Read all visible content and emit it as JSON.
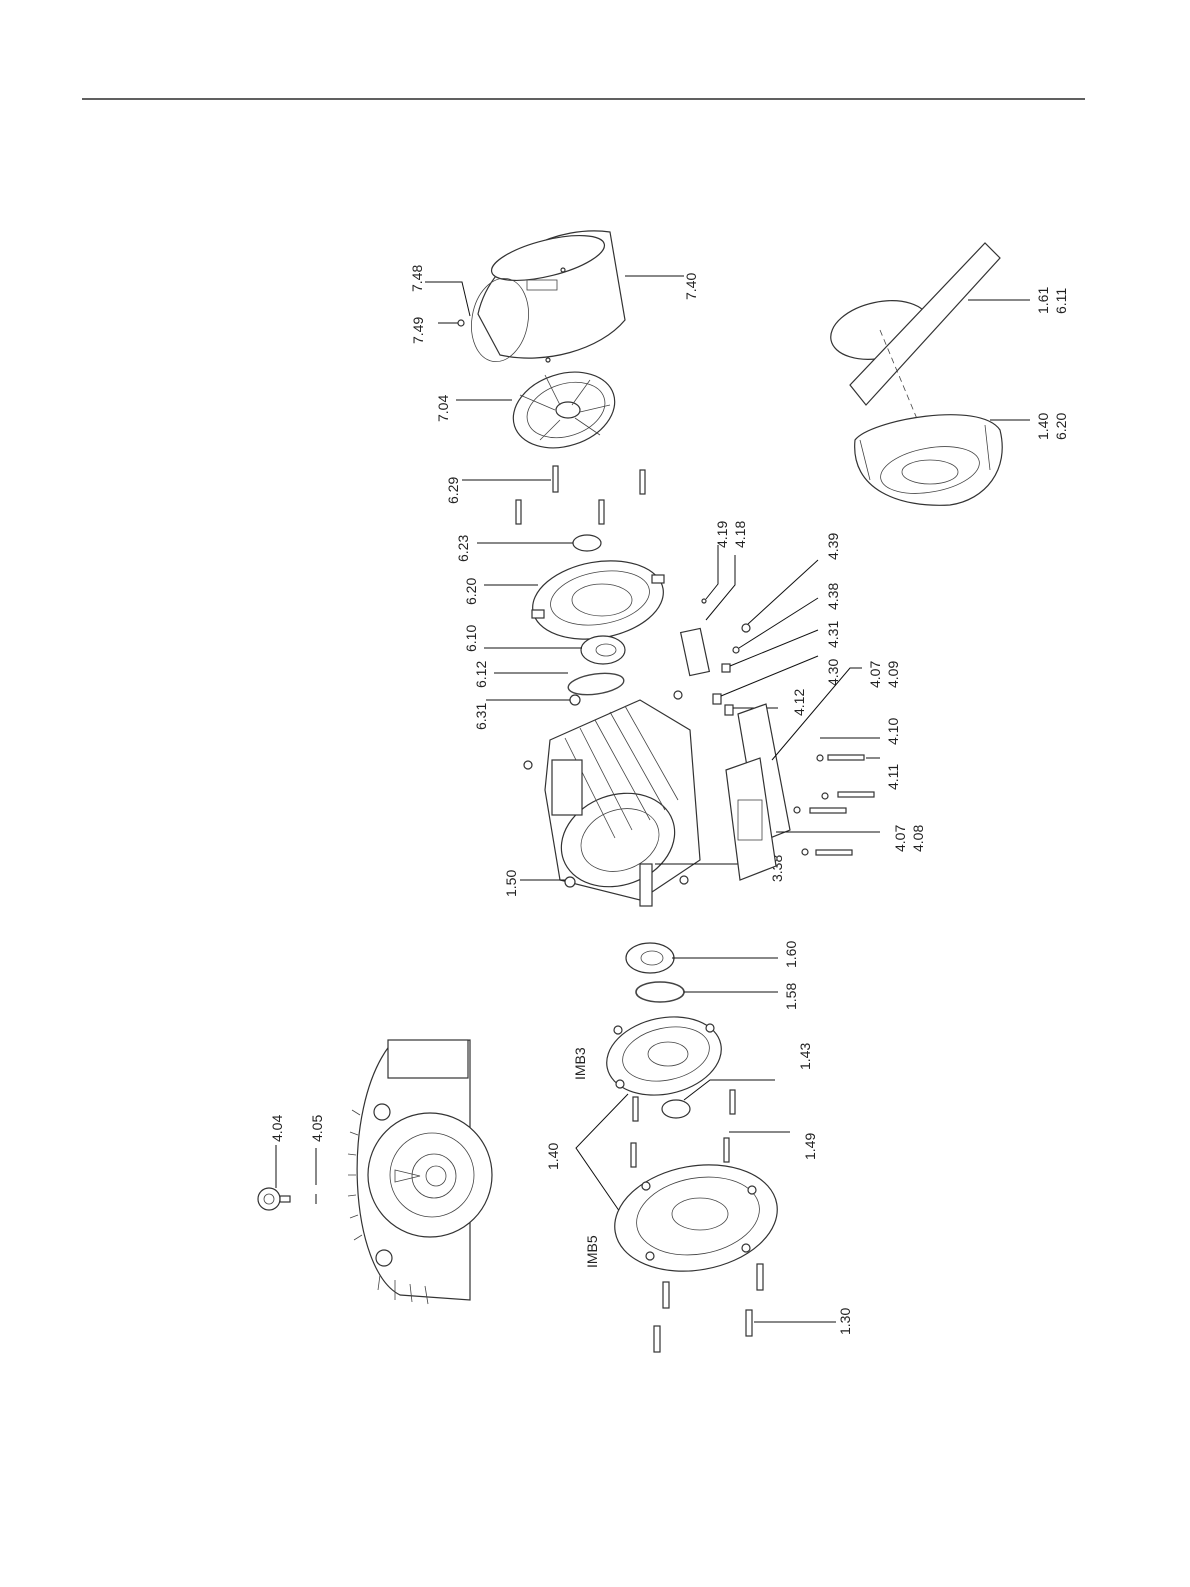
{
  "diagram": {
    "labels": {
      "l748": "7.48",
      "l749": "7.49",
      "l740": "7.40",
      "l704": "7.04",
      "l629": "6.29",
      "l623": "6.23",
      "l620": "6.20",
      "l610": "6.10",
      "l612": "6.12",
      "l631": "6.31",
      "l419": "4.19",
      "l418": "4.18",
      "l439": "4.39",
      "l438": "4.38",
      "l431": "4.31",
      "l430": "4.30",
      "l412": "4.12",
      "l407a": "4.07",
      "l409": "4.09",
      "l410": "4.10",
      "l411": "4.11",
      "l407b": "4.07",
      "l408": "4.08",
      "l338": "3.38",
      "l150": "1.50",
      "l160": "1.60",
      "l158": "1.58",
      "l143": "1.43",
      "l149": "1.49",
      "l140a": "1.40",
      "l130": "1.30",
      "limb3": "IMB3",
      "limb5": "IMB5",
      "l404": "4.04",
      "l405": "4.05",
      "l161": "1.61",
      "l611": "6.11",
      "l140b": "1.40",
      "l620b": "6.20"
    }
  }
}
